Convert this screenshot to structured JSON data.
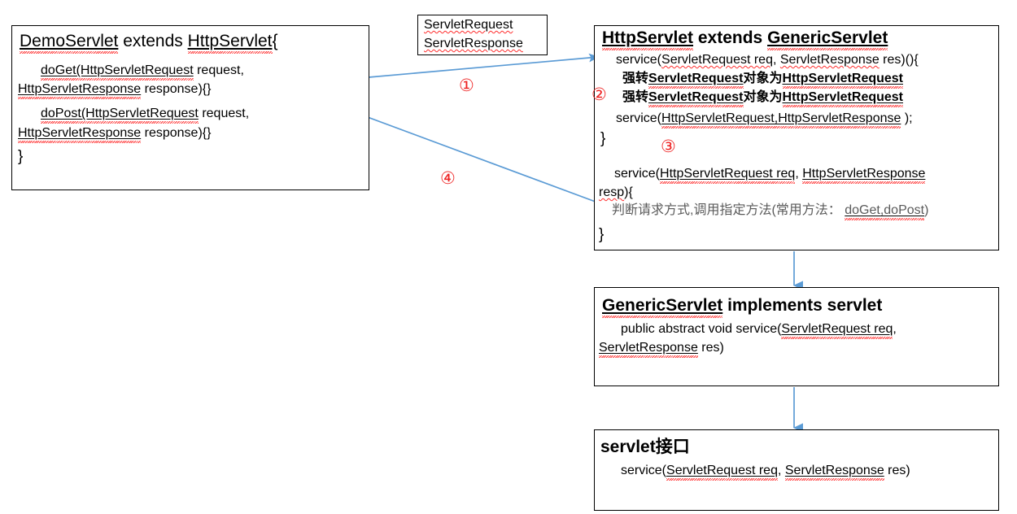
{
  "diagram": {
    "title": "Servlet inheritance hierarchy diagram",
    "arrow_color": "#5b9bd5",
    "marker_color": "#ee2222",
    "box_border_color": "#000000",
    "muted_text_color": "#5a5a5a"
  },
  "demo_servlet": {
    "title": "DemoServlet  extends HttpServlet{",
    "line1": "doGet(HttpServletRequest request,",
    "line2": "HttpServletResponse response){}",
    "line3": "doPost(HttpServletRequest request,",
    "line4": "HttpServletResponse response){}",
    "line5": "}"
  },
  "servlet_types": {
    "line1": "ServletRequest",
    "line2": "ServletResponse"
  },
  "http_servlet": {
    "title": "HttpServlet extends GenericServlet",
    "line1": "service(ServletRequest req, ServletResponse res)(){",
    "line2": "强转ServletRequest对象为HttpServletRequest",
    "line3": "强转ServletRequest对象为HttpServletRequest",
    "line4": "service(HttpServletRequest,HttpServletResponse );",
    "line5": "}",
    "line6": "service(HttpServletRequest req, HttpServletResponse",
    "line7": "resp){",
    "line8": "判断请求方式,调用指定方法(常用方法： doGet,doPost)",
    "line9": "}"
  },
  "generic_servlet": {
    "title": "GenericServlet  implements  servlet",
    "line1": "public abstract void service(ServletRequest req,",
    "line2": "ServletResponse res)"
  },
  "servlet_interface": {
    "title": "servlet接口",
    "line1": "service(ServletRequest req, ServletResponse res)"
  },
  "markers": {
    "one": "①",
    "two": "②",
    "three": "③",
    "four": "④"
  }
}
